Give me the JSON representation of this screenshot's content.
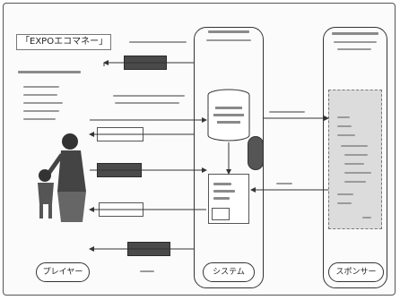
{
  "diagram": {
    "title": "「EXPOエコマネー」",
    "columns": {
      "player": "プレイヤー",
      "system": "システム",
      "sponsor": "スポンサー"
    }
  }
}
